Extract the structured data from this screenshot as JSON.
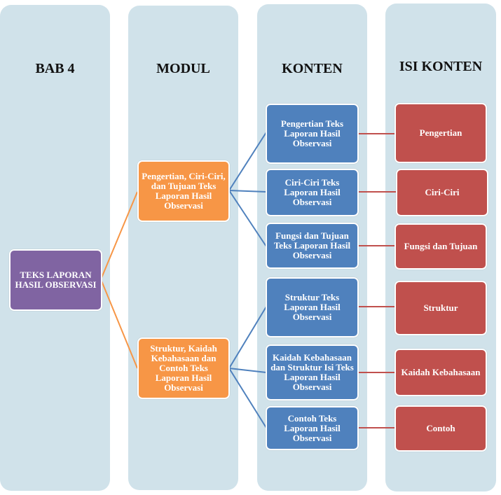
{
  "columns": [
    {
      "id": "bab",
      "title": "BAB 4"
    },
    {
      "id": "modul",
      "title": "MODUL"
    },
    {
      "id": "konten",
      "title": "KONTEN"
    },
    {
      "id": "isi",
      "title": "ISI KONTEN"
    }
  ],
  "root": {
    "label": "TEKS  LAPORAN HASIL OBSERVASI"
  },
  "modules": [
    {
      "label": "Pengertian, Ciri-Ciri, dan Tujuan Teks Laporan Hasil Observasi"
    },
    {
      "label": "Struktur, Kaidah Kebahasaan dan Contoh Teks Laporan Hasil Observasi"
    }
  ],
  "konten": [
    {
      "label": "Pengertian Teks Laporan Hasil Observasi",
      "module": 0
    },
    {
      "label": "Ciri-Ciri Teks Laporan Hasil Observasi",
      "module": 0
    },
    {
      "label": "Fungsi dan Tujuan Teks Laporan Hasil Observasi",
      "module": 0
    },
    {
      "label": "Struktur Teks Laporan Hasil Observasi",
      "module": 1
    },
    {
      "label": "Kaidah Kebahasaan dan Struktur Isi Teks Laporan Hasil Observasi",
      "module": 1
    },
    {
      "label": "Contoh Teks Laporan Hasil Observasi",
      "module": 1
    }
  ],
  "isi_konten": [
    {
      "label": "Pengertian"
    },
    {
      "label": "Ciri-Ciri"
    },
    {
      "label": "Fungsi dan Tujuan"
    },
    {
      "label": "Struktur"
    },
    {
      "label": "Kaidah  Kebahasaan"
    },
    {
      "label": "Contoh"
    }
  ],
  "colors": {
    "column_bg": "#d0e2ea",
    "root": "#8064a2",
    "module": "#f79646",
    "konten": "#4f81bd",
    "isi": "#c0504d"
  }
}
